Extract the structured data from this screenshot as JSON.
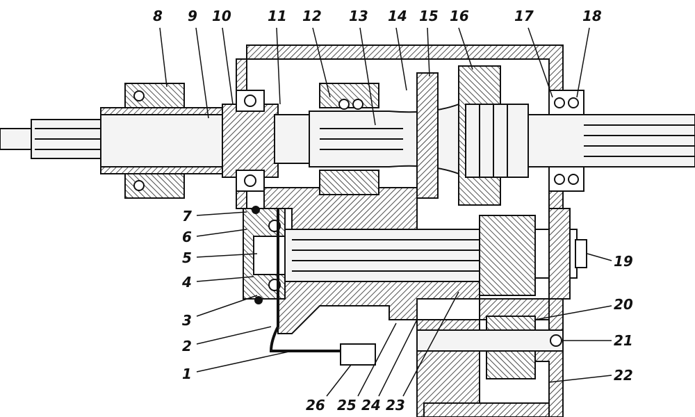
{
  "diagram": {
    "callouts": [
      "1",
      "2",
      "3",
      "4",
      "5",
      "6",
      "7",
      "8",
      "9",
      "10",
      "11",
      "12",
      "13",
      "14",
      "15",
      "16",
      "17",
      "18",
      "19",
      "20",
      "21",
      "22",
      "23",
      "24",
      "25",
      "26"
    ]
  },
  "colors": {
    "ink": "#111111",
    "hatch": "#222222",
    "background": "#ffffff",
    "shaft_fill": "#f4f4f4"
  }
}
